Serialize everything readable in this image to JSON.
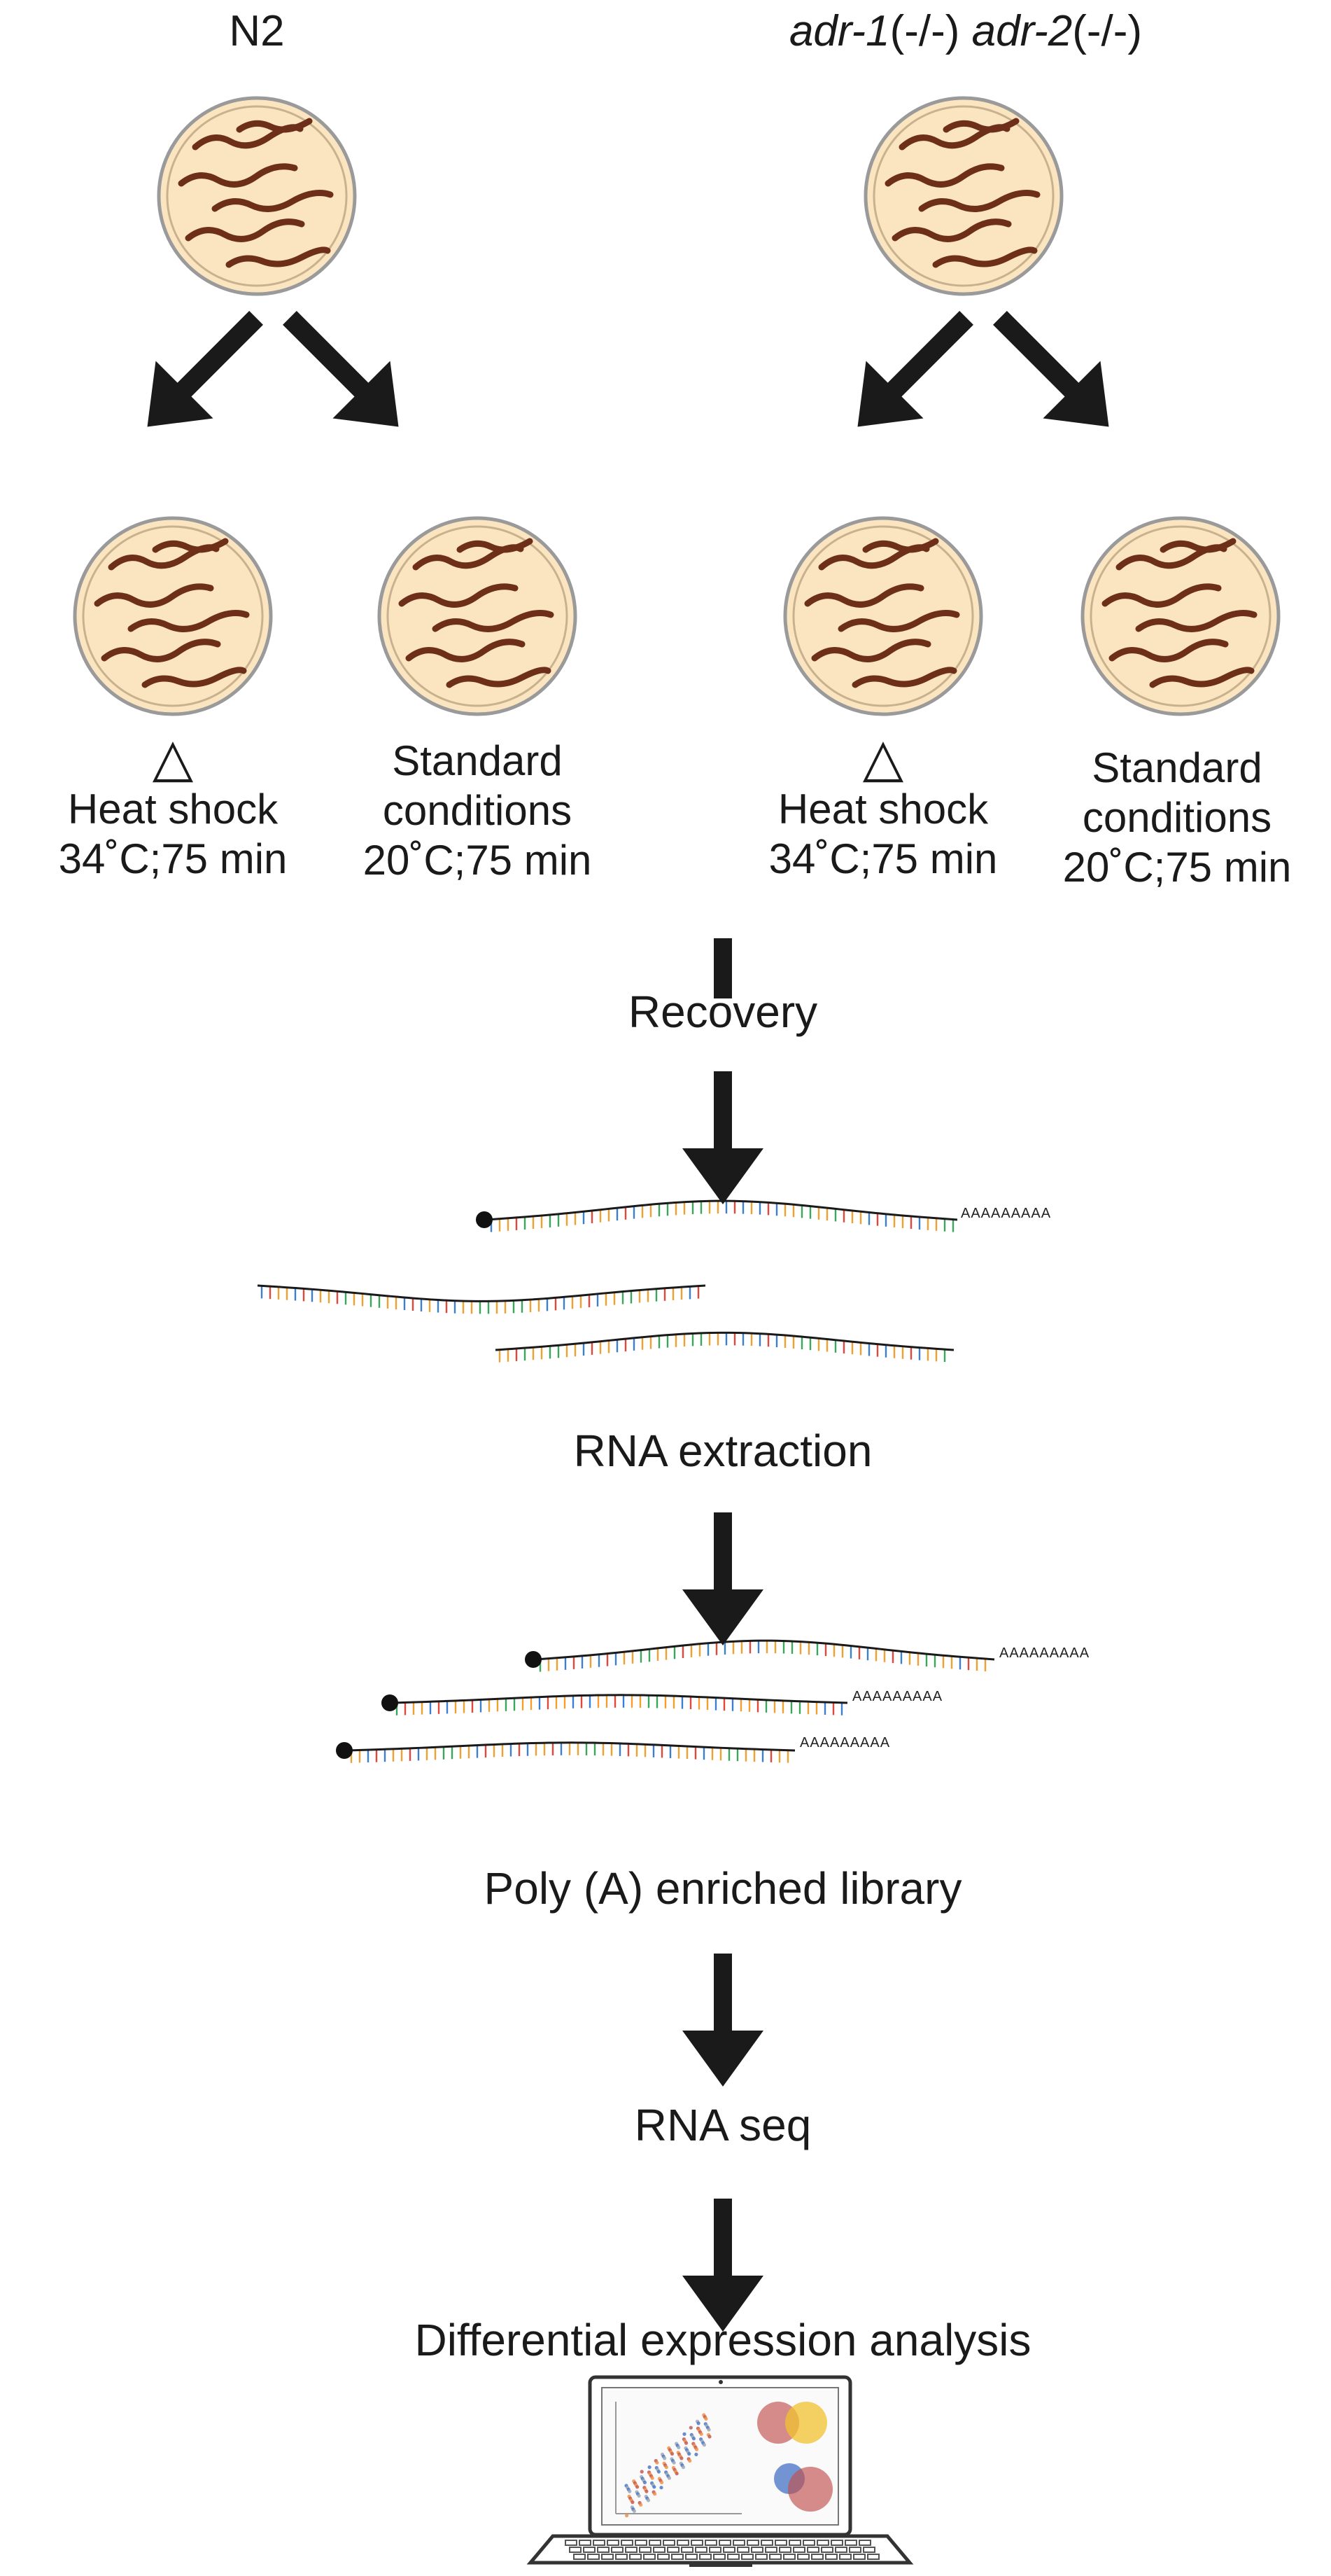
{
  "strains": [
    {
      "id": "n2",
      "name": "N2"
    },
    {
      "id": "adr",
      "gene1": "adr-1",
      "geno1": "(-/-)",
      "gene2": "adr-2",
      "geno2": "(-/-)"
    }
  ],
  "conditions": [
    {
      "symbol": "△",
      "line1": "Heat shock",
      "line2": "34˚C;75 min"
    },
    {
      "line1": "Standard",
      "line2": "conditions",
      "line3": "20˚C;75 min"
    },
    {
      "symbol": "△",
      "line1": "Heat shock",
      "line2": "34˚C;75 min"
    },
    {
      "line1": "Standard",
      "line2": "conditions",
      "line3": "20˚C;75 min"
    }
  ],
  "steps": {
    "recovery": "Recovery",
    "rna_extraction": "RNA extraction",
    "poly_a_library": "Poly (A) enriched library",
    "rna_seq": "RNA seq",
    "differential_expression": "Differential expression analysis"
  },
  "poly_a_tail": "AAAAAAAAA",
  "colors": {
    "plate_fill": "#fbe5c0",
    "plate_rim": "#8a8a8a",
    "worm": "#6e2f1a",
    "arrow": "#1a1a1a",
    "base_red": "#e0483c",
    "base_green": "#3aa65a",
    "base_blue": "#3c7fd0",
    "base_orange": "#f0a030"
  }
}
